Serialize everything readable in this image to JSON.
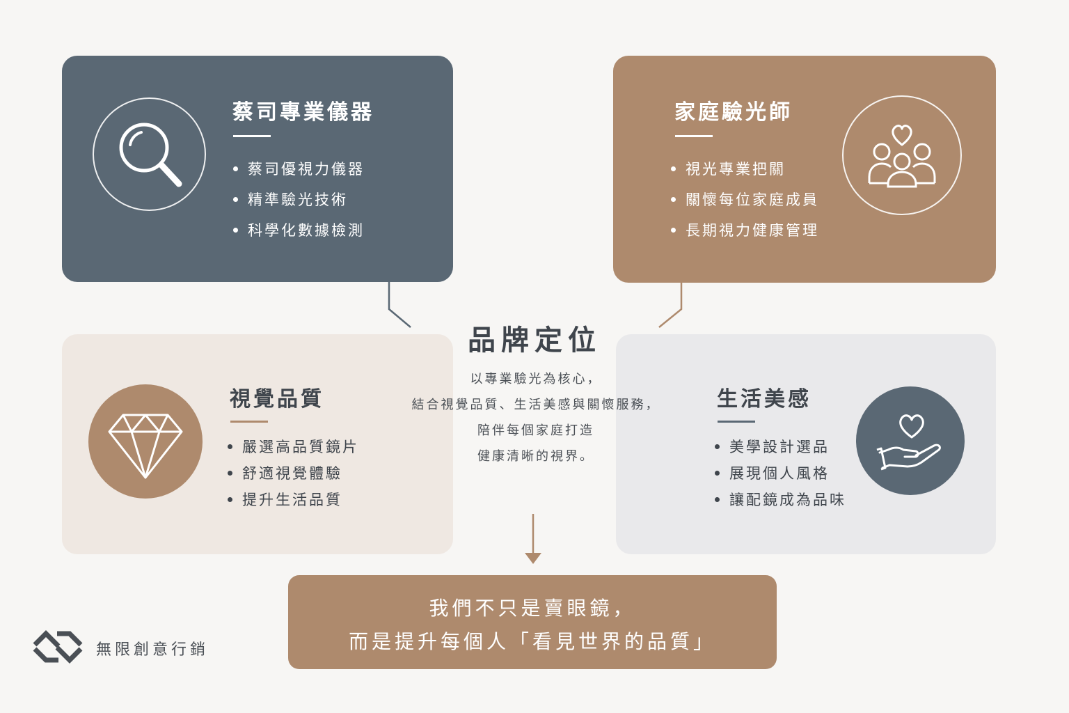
{
  "center": {
    "title": "品牌定位",
    "lines": [
      "以專業驗光為核心，",
      "結合視覺品質、生活美感與關懷服務，",
      "陪伴每個家庭打造",
      "健康清晰的視界。"
    ]
  },
  "cards": [
    {
      "title": "蔡司專業儀器",
      "icon": "magnifier-icon",
      "color": "#5a6874",
      "bullets": [
        "蔡司優視力儀器",
        "精準驗光技術",
        "科學化數據檢測"
      ]
    },
    {
      "title": "家庭驗光師",
      "icon": "family-heart-icon",
      "color": "#ae8a6d",
      "bullets": [
        "視光專業把關",
        "關懷每位家庭成員",
        "長期視力健康管理"
      ]
    },
    {
      "title": "視覺品質",
      "icon": "diamond-icon",
      "color": "#efe8e2",
      "bullets": [
        "嚴選高品質鏡片",
        "舒適視覺體驗",
        "提升生活品質"
      ]
    },
    {
      "title": "生活美感",
      "icon": "hand-heart-icon",
      "color": "#e9e9eb",
      "bullets": [
        "美學設計選品",
        "展現個人風格",
        "讓配鏡成為品味"
      ]
    }
  ],
  "conclusion": {
    "line1": "我們不只是賣眼鏡，",
    "line2": "而是提升每個人「看見世界的品質」"
  },
  "brand": {
    "name": "無限創意行銷"
  },
  "colors": {
    "slate": "#5a6874",
    "tan": "#ae8a6d",
    "beige": "#efe8e2",
    "grey": "#e9e9eb"
  }
}
